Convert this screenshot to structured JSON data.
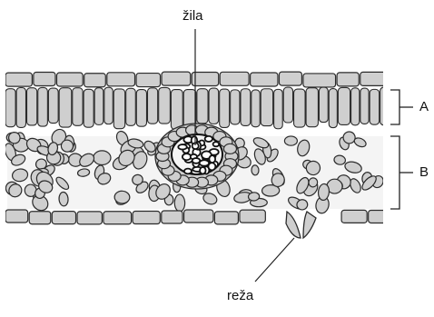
{
  "labels": {
    "vein": "žila",
    "pore": "reža",
    "layer_a": "A",
    "layer_b": "B"
  },
  "colors": {
    "cell_fill": "#cfcfcf",
    "outline": "#2b2b2b",
    "vein_dark": "#111111",
    "background": "#ffffff"
  }
}
